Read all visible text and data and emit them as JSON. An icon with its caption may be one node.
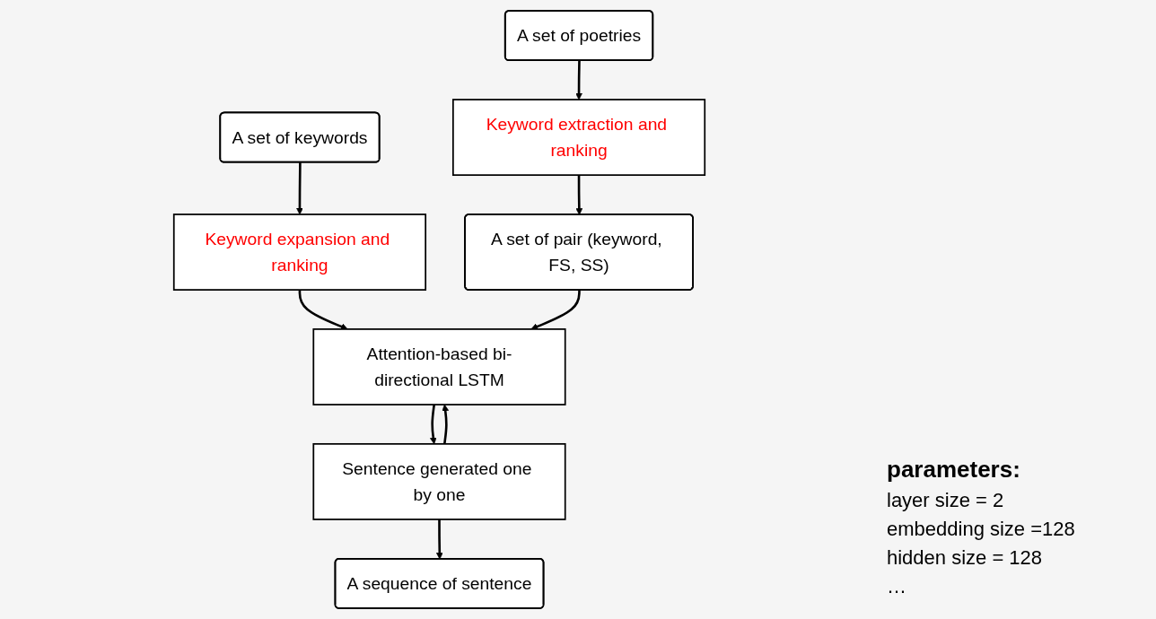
{
  "diagram": {
    "nodes": [
      {
        "text": [
          "A set of keywords"
        ]
      },
      {
        "text": [
          "Keyword expansion and ranking"
        ]
      },
      {
        "text": [
          "A set of poetries"
        ]
      },
      {
        "text": [
          "Keyword extraction and ranking"
        ]
      },
      {
        "text": [
          "Sentence generated one by one"
        ]
      },
      {
        "text": [
          "Attention-based bi-directional LSTM"
        ]
      },
      {
        "text": [
          "A set of pair (keyword, FS, SS)"
        ]
      },
      {
        "text": [
          "A sequence of sentence"
        ]
      }
    ],
    "edges": [
      {
        "from": 0,
        "to": 1,
        "arrow": "to"
      },
      {
        "from": 2,
        "to": 3,
        "arrow": "to"
      },
      {
        "from": 3,
        "to": 6,
        "arrow": "to"
      },
      {
        "from": 1,
        "to": 5,
        "arrow": "to"
      },
      {
        "from": 4,
        "to": 5,
        "arrow": "to"
      },
      {
        "from": 6,
        "to": 5,
        "arrow": "to"
      },
      {
        "from": 5,
        "to": 4,
        "arrow": "to"
      },
      {
        "from": 4,
        "to": 7,
        "arrow": "to"
      }
    ],
    "labels": [
      "parameters:",
      "layer size = 2",
      "embedding size =128",
      "hidden size = 128",
      "…"
    ]
  }
}
